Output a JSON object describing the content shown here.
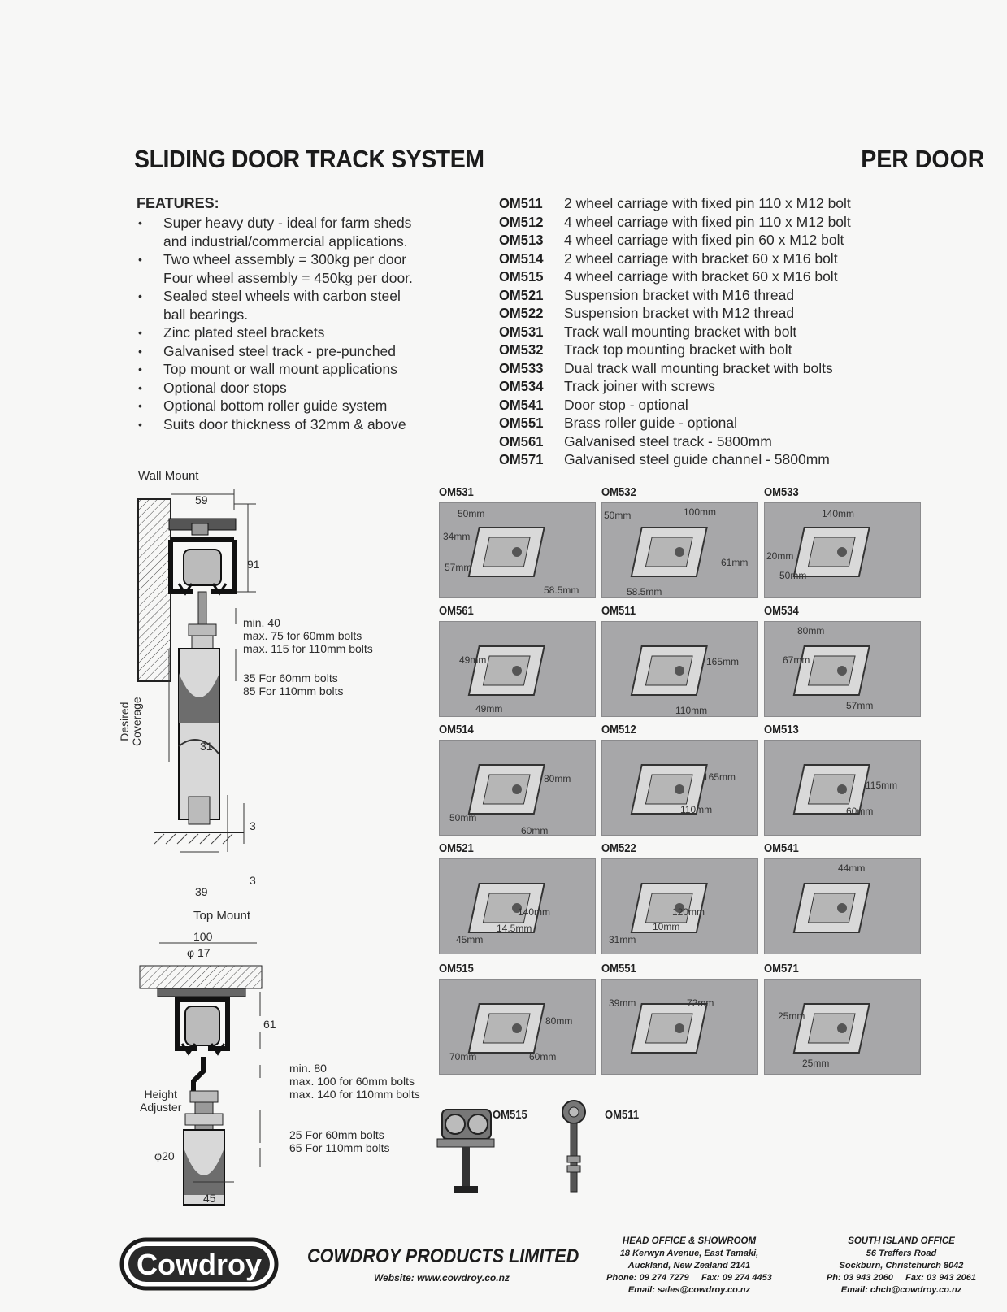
{
  "header": {
    "title": "SLIDING DOOR TRACK SYSTEM",
    "subtitle": "PER DOOR"
  },
  "features": {
    "heading": "FEATURES:",
    "items": [
      "Super heavy duty - ideal for farm sheds\nand industrial/commercial applications.",
      "Two wheel assembly = 300kg per door\nFour wheel assembly = 450kg per door.",
      "Sealed steel wheels with carbon steel\nball bearings.",
      "Zinc plated steel brackets",
      "Galvanised steel track - pre-punched",
      "Top mount or wall mount applications",
      "Optional door stops",
      "Optional bottom roller guide system",
      "Suits door thickness of 32mm & above"
    ]
  },
  "parts": [
    {
      "code": "OM511",
      "desc": "2 wheel carriage with fixed pin 110 x M12 bolt"
    },
    {
      "code": "OM512",
      "desc": "4 wheel carriage with fixed pin 110 x M12 bolt"
    },
    {
      "code": "OM513",
      "desc": "4 wheel carriage with fixed pin 60 x M12 bolt"
    },
    {
      "code": "OM514",
      "desc": "2 wheel carriage with bracket 60 x M16 bolt"
    },
    {
      "code": "OM515",
      "desc": "4 wheel carriage with bracket 60 x M16 bolt"
    },
    {
      "code": "OM521",
      "desc": "Suspension bracket with M16 thread"
    },
    {
      "code": "OM522",
      "desc": "Suspension bracket with M12 thread"
    },
    {
      "code": "OM531",
      "desc": "Track wall mounting bracket with bolt"
    },
    {
      "code": "OM532",
      "desc": "Track top mounting bracket with bolt"
    },
    {
      "code": "OM533",
      "desc": "Dual track wall mounting bracket with bolts"
    },
    {
      "code": "OM534",
      "desc": "Track joiner with screws"
    },
    {
      "code": "OM541",
      "desc": "Door stop - optional"
    },
    {
      "code": "OM551",
      "desc": "Brass roller guide - optional"
    },
    {
      "code": "OM561",
      "desc": "Galvanised steel track - 5800mm"
    },
    {
      "code": "OM571",
      "desc": "Galvanised steel guide channel - 5800mm"
    }
  ],
  "wall_mount": {
    "label": "Wall Mount",
    "dims": {
      "top_width": "59",
      "height": "91",
      "clearance": "min. 40\nmax. 75 for 60mm bolts\nmax. 115 for 110mm bolts",
      "bolt_depth": "35 For 60mm bolts\n85 For 110mm bolts",
      "coverage": "Desired\nCoverage",
      "door_width": "31",
      "gap_top": "3",
      "gap_bottom": "3",
      "guide_width": "39"
    }
  },
  "top_mount": {
    "label": "Top Mount",
    "dims": {
      "width": "100",
      "hole": "φ 17",
      "height": "61",
      "clearance": "min. 80\nmax. 100 for 60mm bolts\nmax. 140 for 110mm bolts",
      "height_adjuster": "Height\nAdjuster",
      "bolt_depth": "25 For 60mm bolts\n65 For 110mm bolts",
      "door_dia": "φ20",
      "door_width": "45"
    }
  },
  "photos": [
    {
      "code": "OM531",
      "labels": [
        "50mm",
        "34mm",
        "57mm",
        "58.5mm"
      ]
    },
    {
      "code": "OM532",
      "labels": [
        "50mm",
        "100mm",
        "61mm",
        "58.5mm"
      ]
    },
    {
      "code": "OM533",
      "labels": [
        "140mm",
        "20mm",
        "50mm"
      ]
    },
    {
      "code": "OM561",
      "labels": [
        "49mm",
        "49mm"
      ]
    },
    {
      "code": "OM511",
      "labels": [
        "165mm",
        "110mm"
      ]
    },
    {
      "code": "OM534",
      "labels": [
        "80mm",
        "67mm",
        "57mm"
      ]
    },
    {
      "code": "OM514",
      "labels": [
        "80mm",
        "50mm",
        "60mm"
      ]
    },
    {
      "code": "OM512",
      "labels": [
        "165mm",
        "110mm"
      ]
    },
    {
      "code": "OM513",
      "labels": [
        "115mm",
        "60mm"
      ]
    },
    {
      "code": "OM521",
      "labels": [
        "140mm",
        "14.5mm",
        "45mm"
      ]
    },
    {
      "code": "OM522",
      "labels": [
        "120mm",
        "10mm",
        "31mm"
      ]
    },
    {
      "code": "OM541",
      "labels": [
        "44mm"
      ]
    },
    {
      "code": "OM515",
      "labels": [
        "80mm",
        "70mm",
        "60mm"
      ]
    },
    {
      "code": "OM551",
      "labels": [
        "39mm",
        "72mm"
      ]
    },
    {
      "code": "OM571",
      "labels": [
        "25mm",
        "25mm"
      ]
    }
  ],
  "assemblies": [
    {
      "code": "OM515"
    },
    {
      "code": "OM511"
    }
  ],
  "footer": {
    "logo_text": "Cowdroy",
    "company": "COWDROY PRODUCTS LIMITED",
    "website": "Website: www.cowdroy.co.nz",
    "head_office": {
      "heading": "HEAD OFFICE & SHOWROOM",
      "lines": [
        "18 Kerwyn Avenue, East Tamaki,",
        "Auckland, New Zealand 2141",
        "Phone: 09 274 7279     Fax: 09 274 4453",
        "Email: sales@cowdroy.co.nz"
      ]
    },
    "south_office": {
      "heading": "SOUTH ISLAND OFFICE",
      "lines": [
        "56 Treffers Road",
        "Sockburn, Christchurch 8042",
        "Ph: 03 943 2060     Fax: 03 943 2061",
        "Email: chch@cowdroy.co.nz"
      ]
    }
  }
}
